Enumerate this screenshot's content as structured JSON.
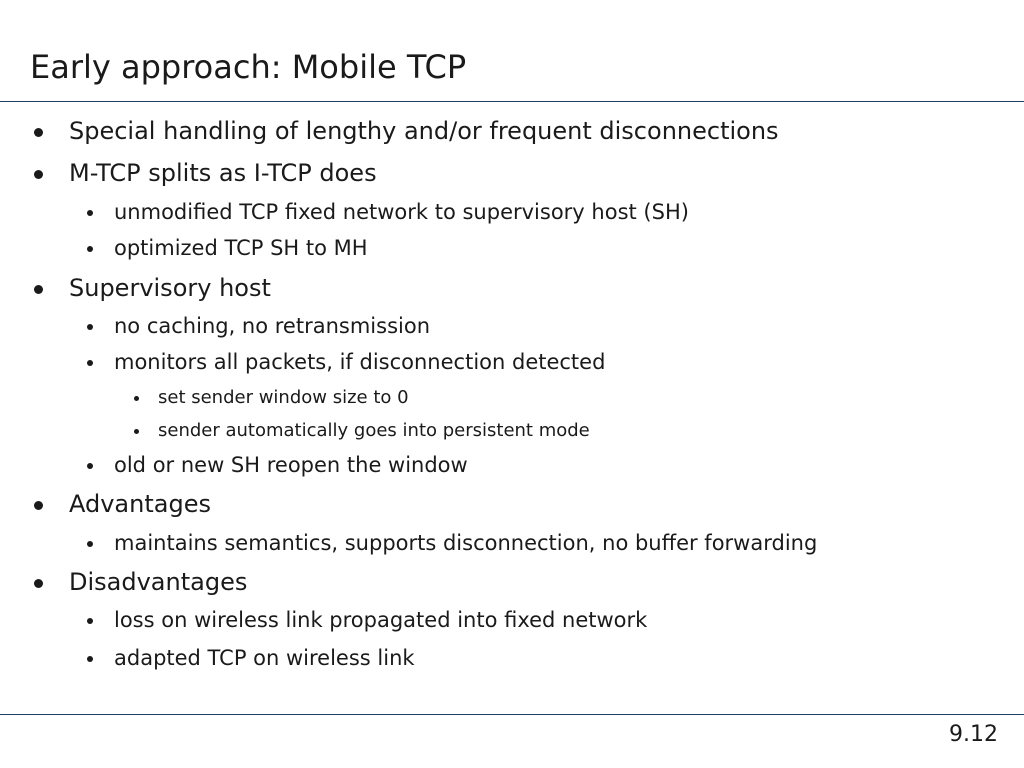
{
  "slide": {
    "title": "Early approach: Mobile TCP",
    "page_number": "9.12",
    "bullets": [
      {
        "level": 1,
        "text": "Special handling of lengthy and/or frequent disconnections"
      },
      {
        "level": 1,
        "text": "M-TCP splits as I-TCP does"
      },
      {
        "level": 2,
        "text": "unmodified TCP fixed network to supervisory host (SH)"
      },
      {
        "level": 2,
        "text": "optimized TCP SH to MH"
      },
      {
        "level": 1,
        "text": "Supervisory host"
      },
      {
        "level": 2,
        "text": "no caching, no retransmission"
      },
      {
        "level": 2,
        "text": "monitors all packets, if disconnection detected"
      },
      {
        "level": 3,
        "text": "set sender window size to 0"
      },
      {
        "level": 3,
        "text": "sender automatically goes into persistent mode"
      },
      {
        "level": 2,
        "text": "old or new SH reopen the window"
      },
      {
        "level": 1,
        "text": "Advantages"
      },
      {
        "level": 2,
        "text": "maintains semantics, supports disconnection, no buffer forwarding"
      },
      {
        "level": 1,
        "text": "Disadvantages"
      },
      {
        "level": 2,
        "text": "loss on wireless link propagated into fixed network"
      },
      {
        "level": 2,
        "text": "adapted TCP on wireless link"
      }
    ]
  }
}
